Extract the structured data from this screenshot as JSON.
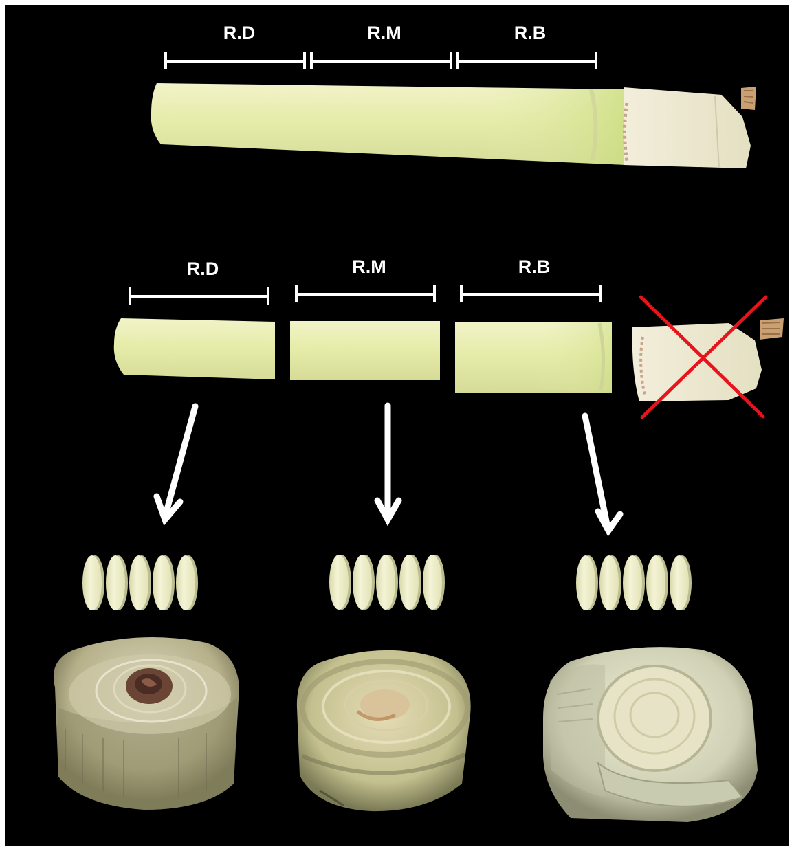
{
  "diagram": {
    "top_stem": {
      "segments": [
        {
          "label": "R.D"
        },
        {
          "label": "R.M"
        },
        {
          "label": "R.B"
        }
      ]
    },
    "cut_stem": {
      "segments": [
        {
          "label": "R.D"
        },
        {
          "label": "R.M"
        },
        {
          "label": "R.B"
        }
      ],
      "discarded_piece": {
        "marker": "red-x-icon",
        "color": "#e8141c"
      }
    },
    "disc_groups": [
      {
        "count": 5
      },
      {
        "count": 5
      },
      {
        "count": 5
      }
    ],
    "cross_sections": [
      {
        "name": "distal",
        "browning": "strong"
      },
      {
        "name": "middle",
        "browning": "light"
      },
      {
        "name": "basal",
        "browning": "none"
      }
    ],
    "colors": {
      "background": "#000000",
      "stem": "#e4eab0",
      "discs": "#eeeecb",
      "arrows": "#ffffff",
      "cross_mark": "#e8141c"
    }
  }
}
